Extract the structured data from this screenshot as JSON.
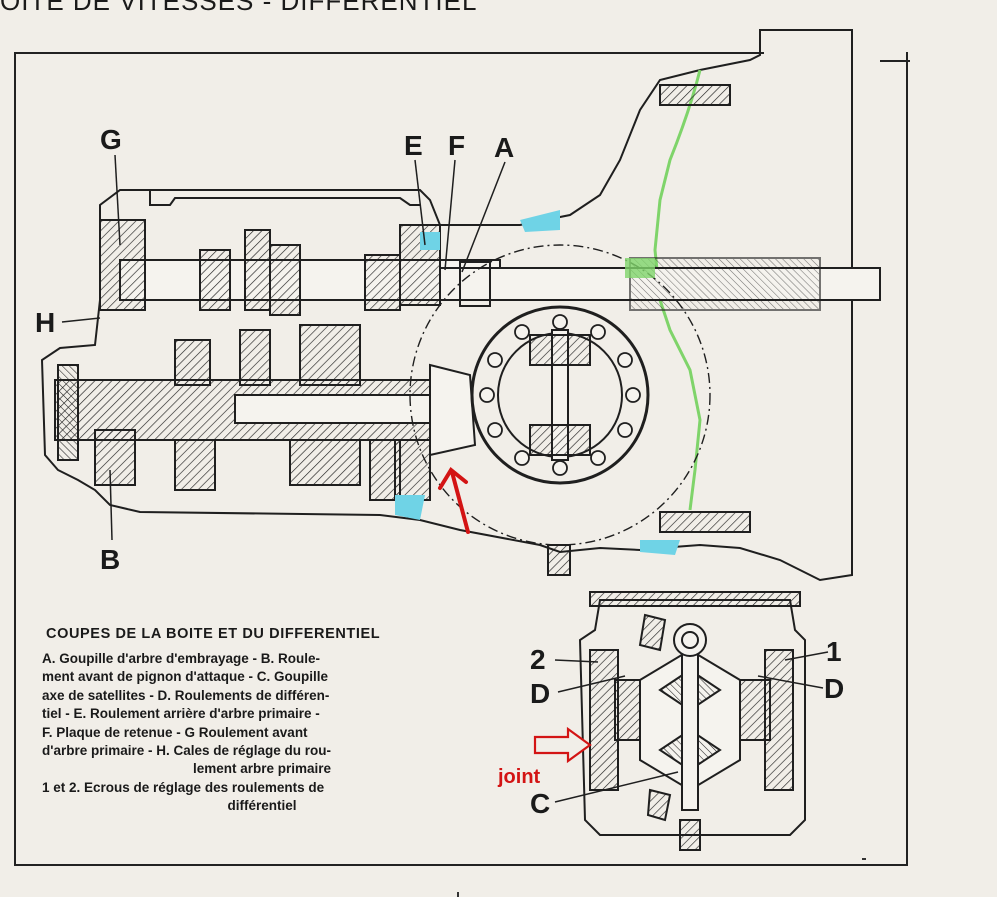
{
  "header": {
    "partial_title": "OITE DE VITESSES - DIFFERENTIEL"
  },
  "callouts": {
    "G": "G",
    "E": "E",
    "F": "F",
    "A": "A",
    "H": "H",
    "B": "B",
    "two": "2",
    "one": "1",
    "D_left": "D",
    "D_right": "D",
    "C": "C"
  },
  "annotation": {
    "joint_label": "joint",
    "color": "#d31414"
  },
  "caption": {
    "title": "COUPES DE LA BOITE ET DU DIFFERENTIEL",
    "lines": [
      "A. Goupille d'arbre d'embrayage - B. Roule-",
      "ment avant de pignon d'attaque - C. Goupille",
      "axe de satellites - D. Roulements de différen-",
      "tiel - E. Roulement arrière d'arbre primaire -",
      "F. Plaque de retenue - G Roulement avant",
      "d'arbre primaire - H. Cales de réglage du rou-",
      "lement arbre primaire",
      "1 et 2. Ecrous de réglage des roulements de",
      "différentiel"
    ]
  },
  "colors": {
    "ink": "#1a1a1a",
    "paper": "#f1eee8",
    "grease_cyan": "#6fd3e6",
    "grease_green": "#7fd46a",
    "arrow_red": "#d31414"
  }
}
